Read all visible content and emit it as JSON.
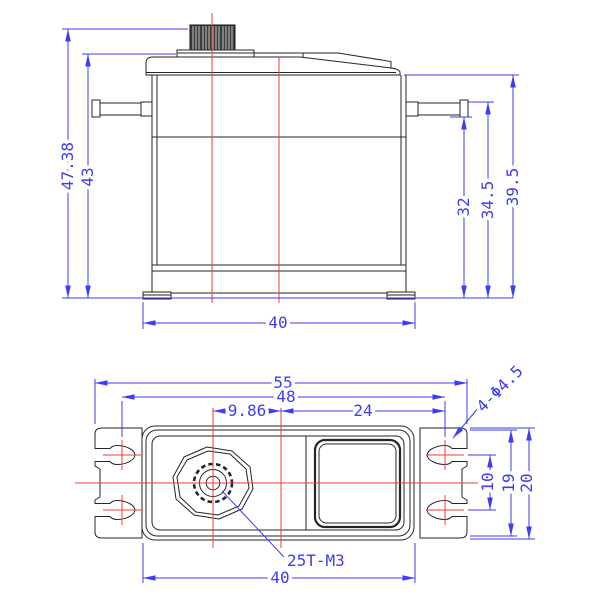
{
  "drawing": {
    "kind": "servo-motor-dimension-drawing",
    "colors": {
      "dimension": "#3d3df2",
      "centerline": "#f23b3b",
      "outline": "#262626"
    },
    "side_view": {
      "dims": {
        "overall_height": "47.38",
        "case_height": "43",
        "base_to_tab_bottom": "32",
        "base_to_tab_top": "34.5",
        "base_to_upper_case_top": "39.5",
        "case_width": "40"
      }
    },
    "plan_view": {
      "dims": {
        "flange_span": "55",
        "mount_hole_span": "48",
        "spline_offset": "9.86",
        "center_to_holes": "24",
        "mount_hole_note": "4-Φ4.5",
        "slot_pitch": "10",
        "flange_inner_width": "19",
        "flange_width": "20",
        "case_width": "40",
        "spline_note": "25T-M3"
      }
    }
  }
}
